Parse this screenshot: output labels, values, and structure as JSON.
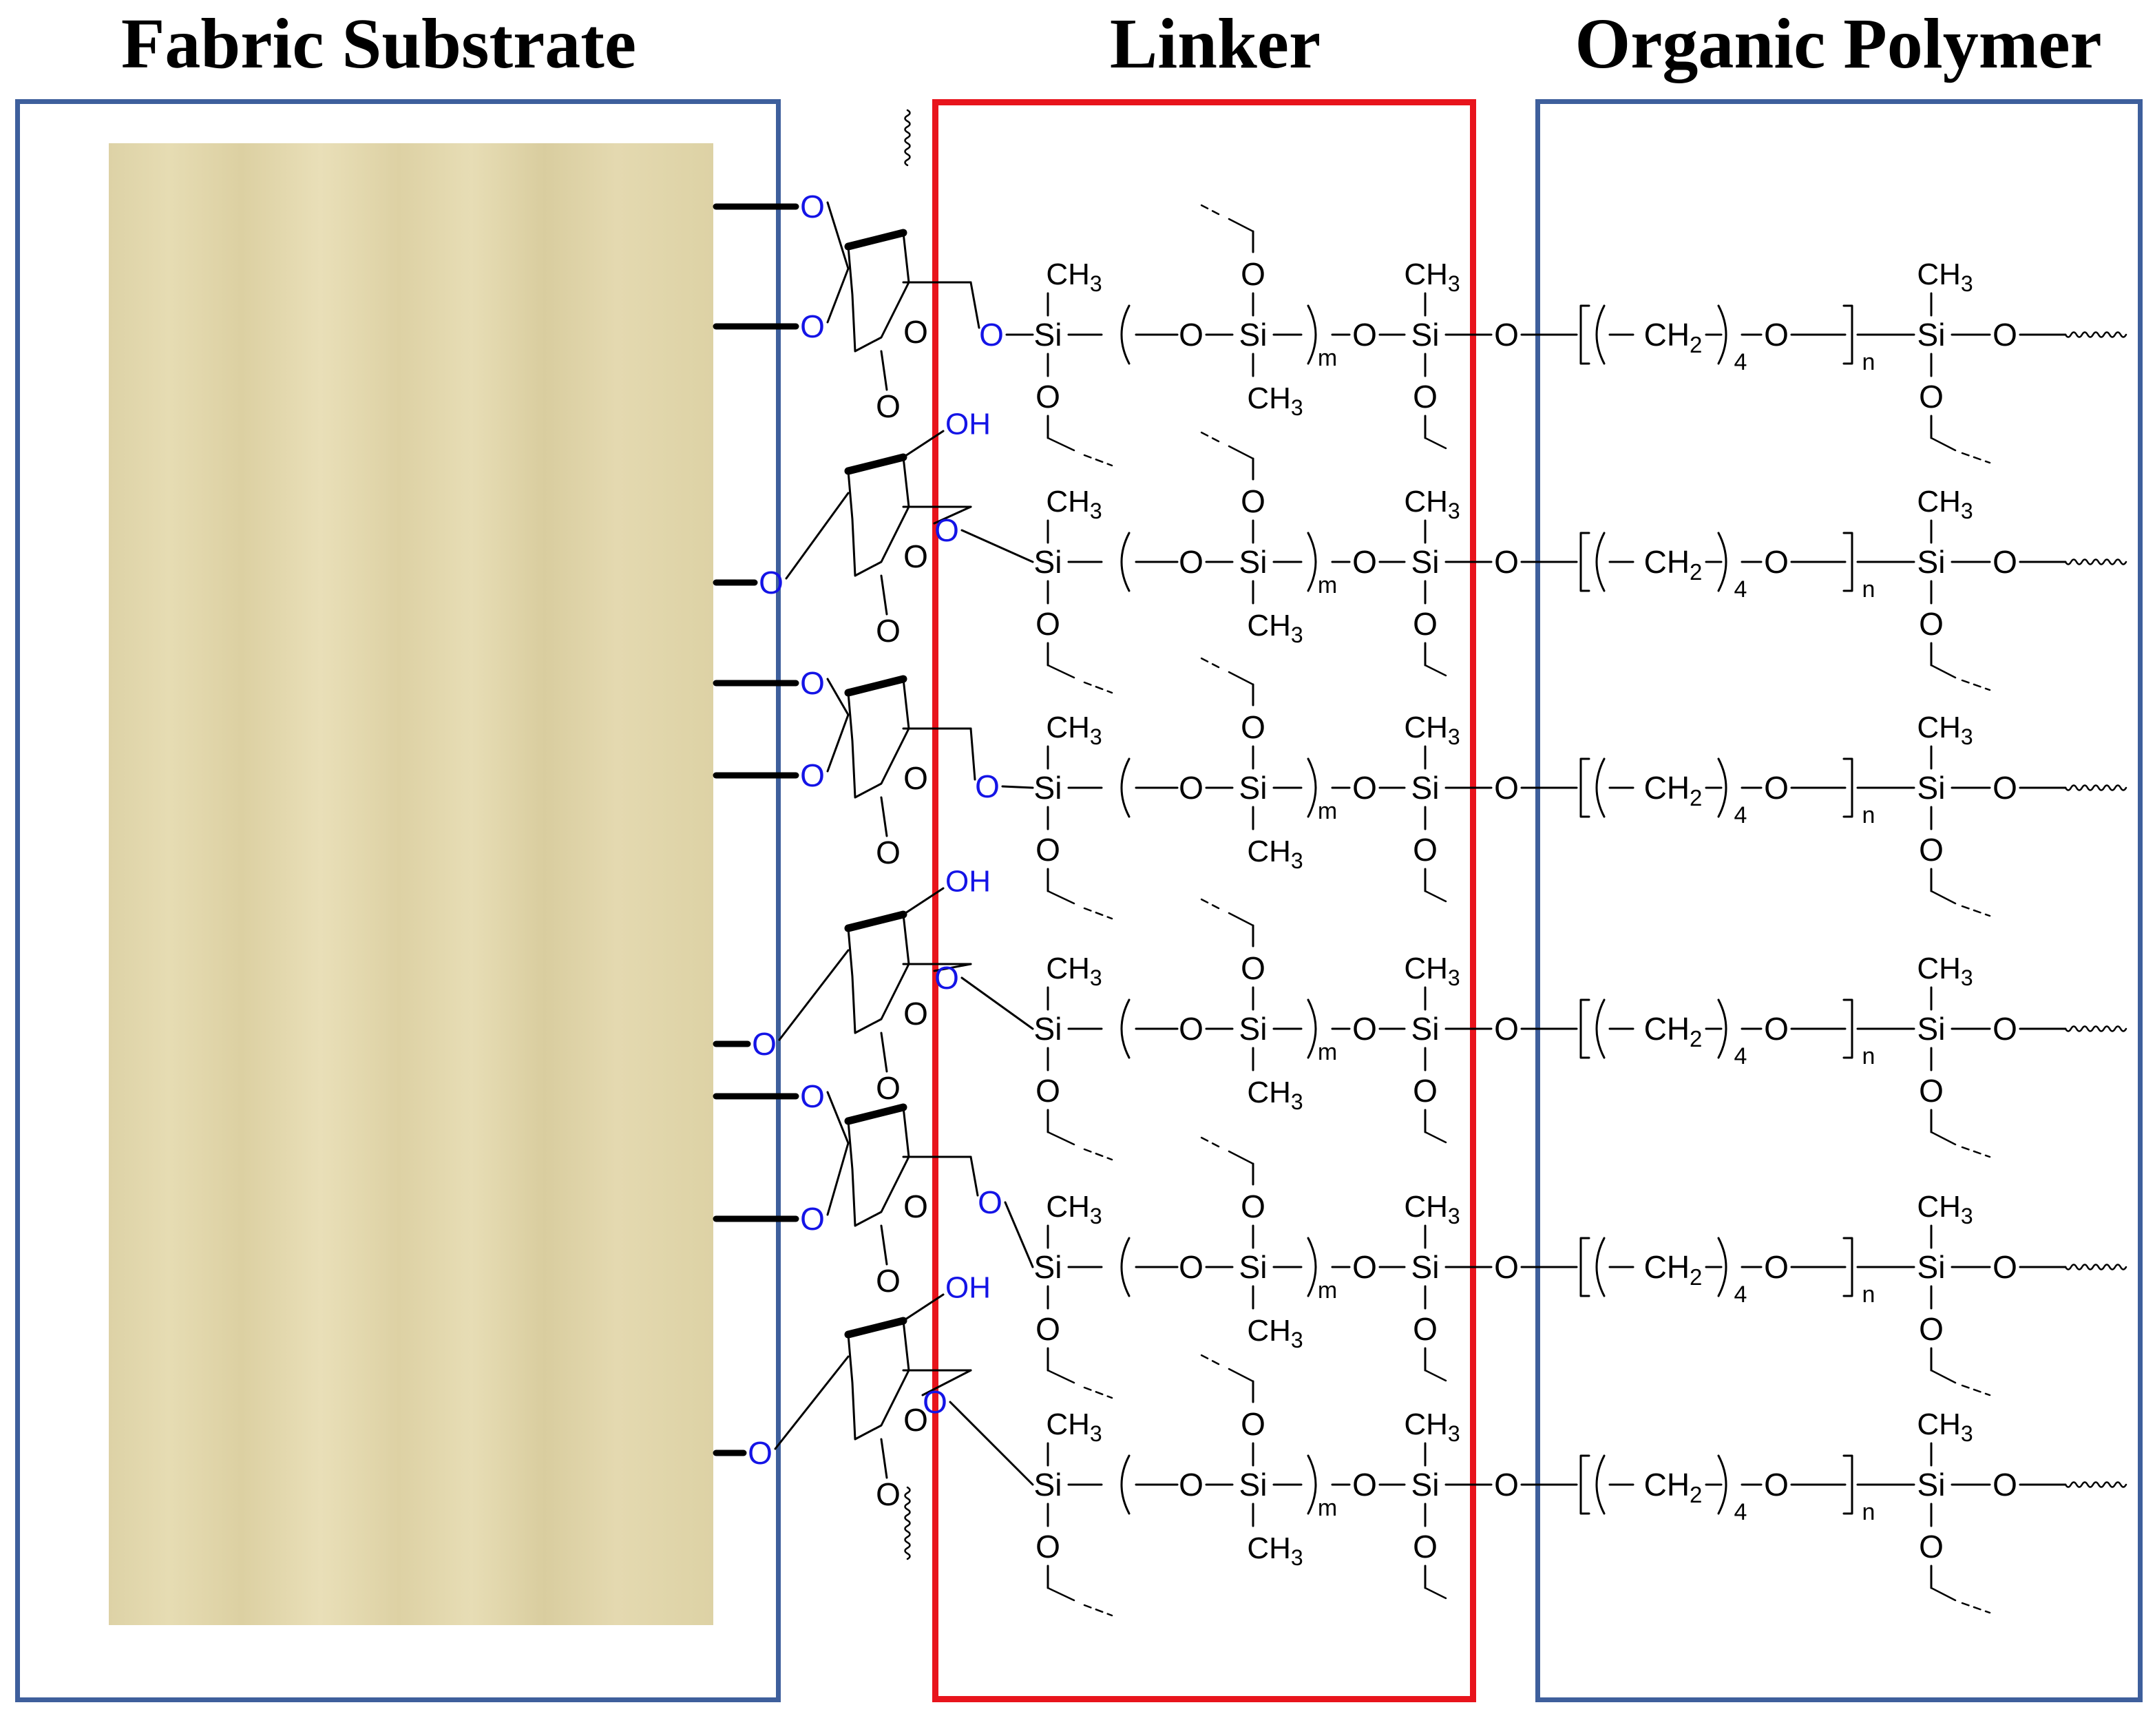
{
  "headers": {
    "fabric": "Fabric Substrate",
    "linker": "Linker",
    "polymer": "Organic Polymer"
  },
  "colors": {
    "panel_blue": "#3e5f9c",
    "linker_red": "#e8141c",
    "oxygen_blue": "#1414e6",
    "bond_black": "#000000",
    "fabric_tan": "#e3d8ae"
  },
  "chem": {
    "O": "O",
    "OH": "OH",
    "Si": "Si",
    "CH": "CH",
    "three": "3",
    "two": "2",
    "four": "4",
    "m": "m",
    "n": "n"
  }
}
